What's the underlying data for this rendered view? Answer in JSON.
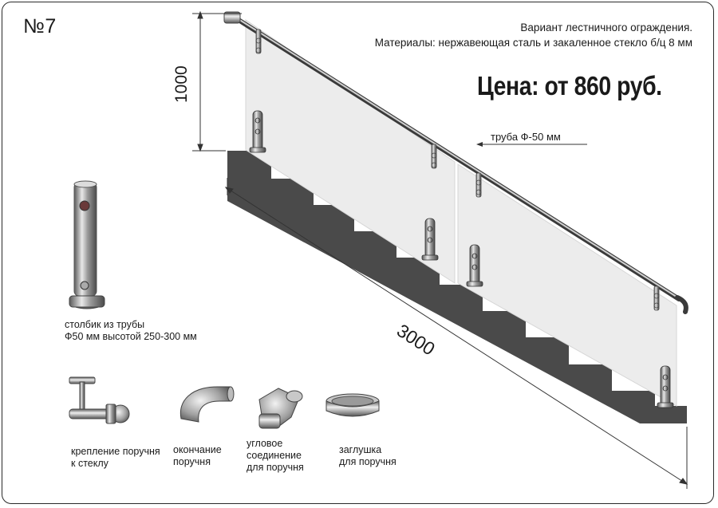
{
  "title_number": "№7",
  "header": {
    "line1": "Вариант лестничного ограждения.",
    "line2": "Материалы: нержавеющая сталь и закаленное стекло б/ц 8 мм"
  },
  "price": "Цена: от 860 руб.",
  "dimensions": {
    "height": "1000",
    "length": "3000",
    "pipe": "труба Ф-50 мм"
  },
  "parts": [
    {
      "line1": "столбик из трубы",
      "line2": "Ф50 мм высотой 250-300 мм"
    },
    {
      "line1": "крепление поручня",
      "line2": "к стеклу"
    },
    {
      "line1": "окончание",
      "line2": "поручня"
    },
    {
      "line1": "угловое",
      "line2": "соединение",
      "line3": "для поручня"
    },
    {
      "line1": "заглушка",
      "line2": "для поручня"
    }
  ],
  "colors": {
    "stairs": "#4a4a4a",
    "glass": "#ececec",
    "steel": "#9a9a9a",
    "line": "#333333"
  }
}
